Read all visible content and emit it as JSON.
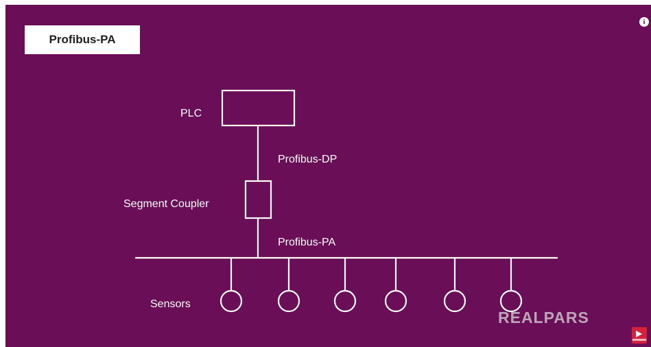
{
  "title": "Profibus-PA",
  "labels": {
    "plc": "PLC",
    "profibus_dp": "Profibus-DP",
    "segment_coupler": "Segment Coupler",
    "profibus_pa": "Profibus-PA",
    "sensors": "Sensors"
  },
  "watermark": "REALPARS",
  "colors": {
    "background": "#6a0f57",
    "lines": "#ffffff",
    "title_box": "#ffffff"
  },
  "icons": {
    "info": "info-icon",
    "video_logo": "youtube-subscribe-icon"
  }
}
